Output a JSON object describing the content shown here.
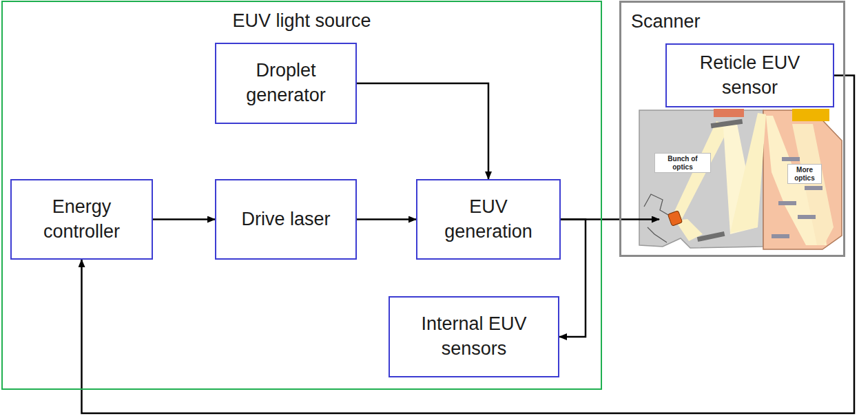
{
  "diagram": {
    "nodes": [
      {
        "text": [
          "EUV light source"
        ]
      },
      {
        "text": [
          "Droplet generator"
        ],
        "in": 0
      },
      {
        "text": [
          "Energy controller"
        ],
        "in": 0
      },
      {
        "text": [
          "Drive laser"
        ],
        "in": 0
      },
      {
        "text": [
          "EUV generation"
        ],
        "in": 0
      },
      {
        "text": [
          "Internal EUV sensors"
        ],
        "in": 0
      },
      {
        "text": [
          "Scanner"
        ]
      },
      {
        "text": [
          "Reticle EUV sensor"
        ],
        "in": 6
      }
    ],
    "edges": [
      {
        "from": 1,
        "to": 4,
        "arrow": "to"
      },
      {
        "from": 2,
        "to": 3,
        "arrow": "to"
      },
      {
        "from": 3,
        "to": 4,
        "arrow": "to"
      },
      {
        "from": 4,
        "to": 6,
        "arrow": "to"
      },
      {
        "from": 4,
        "to": 5,
        "arrow": "to"
      },
      {
        "from": 7,
        "to": 2,
        "arrow": "to"
      }
    ],
    "labels": [
      "Bunch of optics",
      "More optics"
    ]
  }
}
